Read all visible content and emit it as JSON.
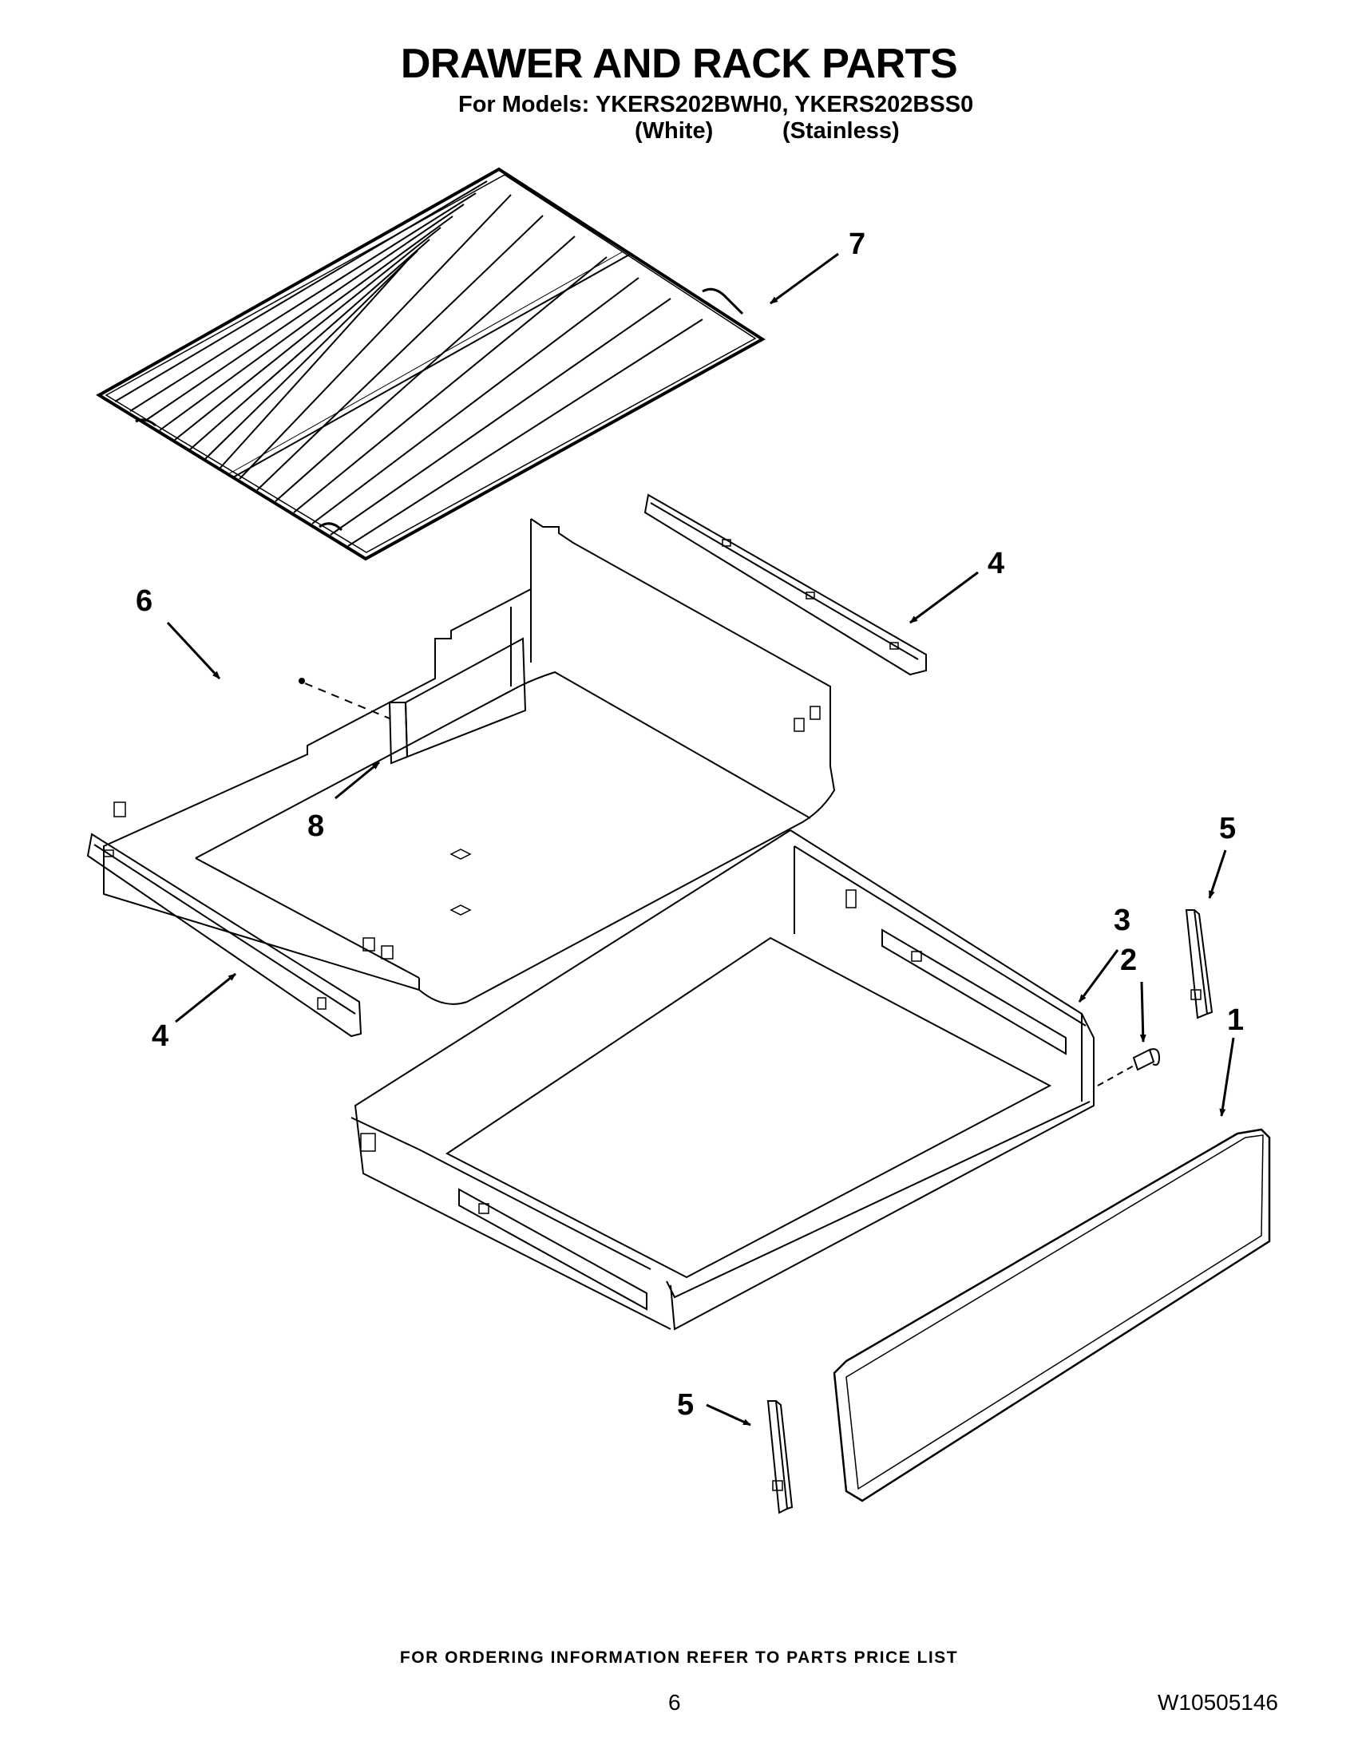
{
  "header": {
    "title": "DRAWER AND RACK PARTS",
    "models_line": "For Models: YKERS202BWH0, YKERS202BSS0",
    "variant_white": "(White)",
    "variant_stainless": "(Stainless)"
  },
  "callouts": {
    "c1": "1",
    "c2": "2",
    "c3": "3",
    "c4a": "4",
    "c4b": "4",
    "c5a": "5",
    "c5b": "5",
    "c6": "6",
    "c7": "7",
    "c8": "8"
  },
  "footer": {
    "ordering_note": "FOR ORDERING INFORMATION REFER TO PARTS PRICE LIST",
    "page_number": "6",
    "document_number": "W10505146"
  }
}
